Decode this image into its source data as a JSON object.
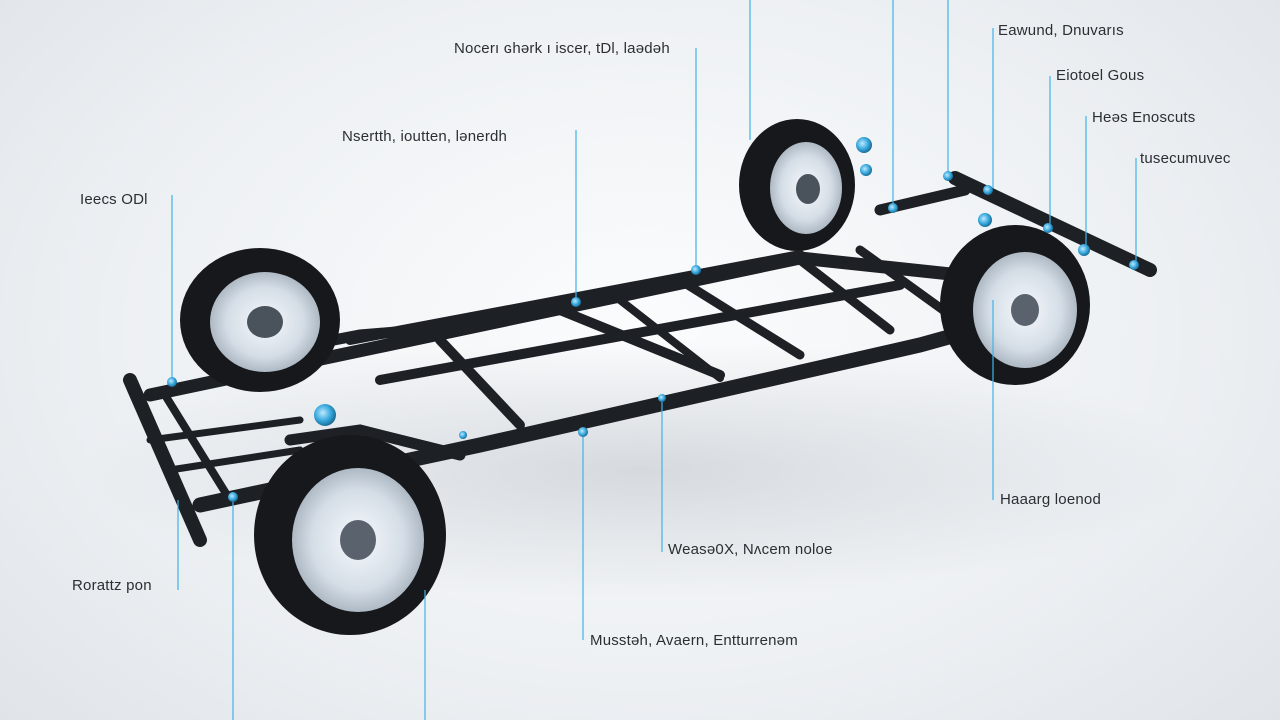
{
  "diagram": {
    "callouts": [
      {
        "id": "c1",
        "label": "Nᴏcerı ɢhərk ı iscer, tDl, laədəh"
      },
      {
        "id": "c2",
        "label": "Nsertth, ioutten, lənerdh"
      },
      {
        "id": "c3",
        "label": "Ieecs ODl"
      },
      {
        "id": "c4",
        "label": "Rorattz pon"
      },
      {
        "id": "c5",
        "label": "Musstəh, Avaern, Entturrenəm"
      },
      {
        "id": "c6",
        "label": "Weasə0X, Nʌcem noloe"
      },
      {
        "id": "c7",
        "label": "Haaarg loenod"
      },
      {
        "id": "c8",
        "label": "Eawund, Dnuvarıs"
      },
      {
        "id": "c9",
        "label": "Eiotoel Gous"
      },
      {
        "id": "c10",
        "label": "Heəs Enoscuts"
      },
      {
        "id": "c11",
        "label": "tusecumuvec"
      }
    ],
    "colors": {
      "accent": "#3fb4e6",
      "frame": "#1d2024",
      "tire": "#16181b",
      "rim": "#dfe7ee"
    }
  }
}
